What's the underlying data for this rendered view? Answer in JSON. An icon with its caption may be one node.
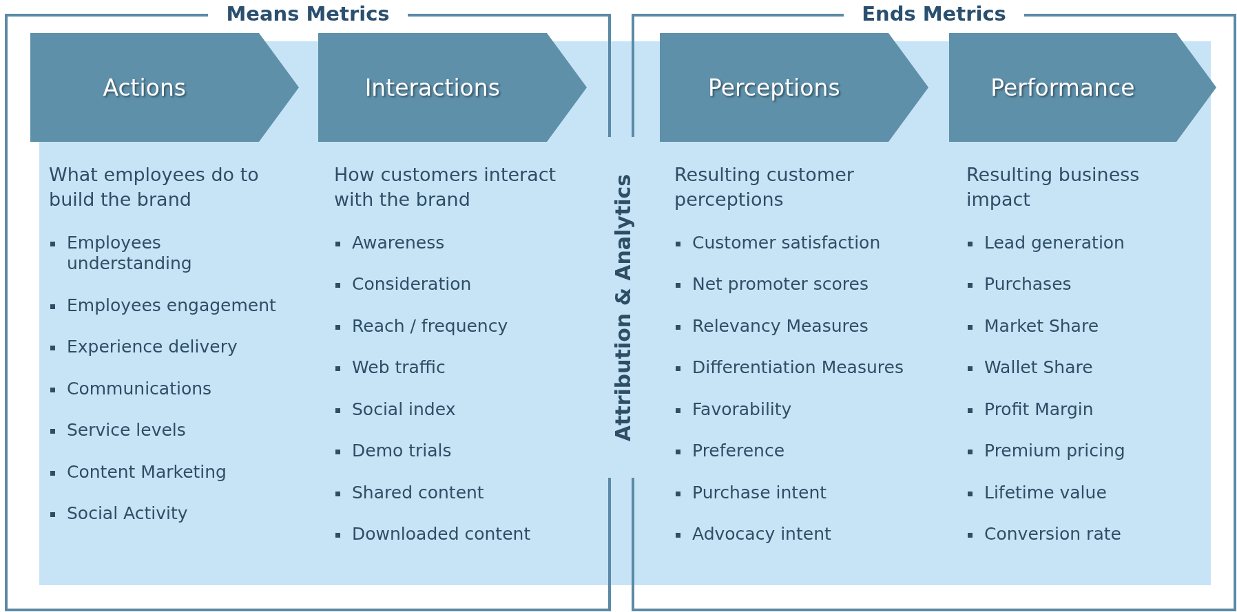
{
  "diagram": {
    "nodes": [
      {
        "text": [
          "Means Metrics"
        ]
      },
      {
        "text": [
          "Actions"
        ],
        "in": 0
      },
      {
        "text": [
          "Interactions"
        ],
        "in": 0
      },
      {
        "text": [
          "Ends Metrics"
        ]
      },
      {
        "text": [
          "Perceptions"
        ],
        "in": 3
      },
      {
        "text": [
          "Performance"
        ],
        "in": 3
      }
    ],
    "labels": [
      "What employees do to build the brand",
      "Employees understanding",
      "Employees engagement",
      "Experience delivery",
      "Communications",
      "Service levels",
      "Content Marketing",
      "Social Activity",
      "How customers interact with the brand",
      "Awareness",
      "Consideration",
      "Reach / frequency",
      "Web traffic",
      "Social index",
      "Demo trials",
      "Shared content",
      "Downloaded content",
      "Attribution & Analytics",
      "Resulting customer perceptions",
      "Customer satisfaction",
      "Net promoter scores",
      "Relevancy Measures",
      "Differentiation Measures",
      "Favorability",
      "Preference",
      "Purchase intent",
      "Advocacy intent",
      "Resulting business impact",
      "Lead generation",
      "Purchases",
      "Market Share",
      "Wallet Share",
      "Profit Margin",
      "Premium pricing",
      "Lifetime value",
      "Conversion rate"
    ]
  }
}
